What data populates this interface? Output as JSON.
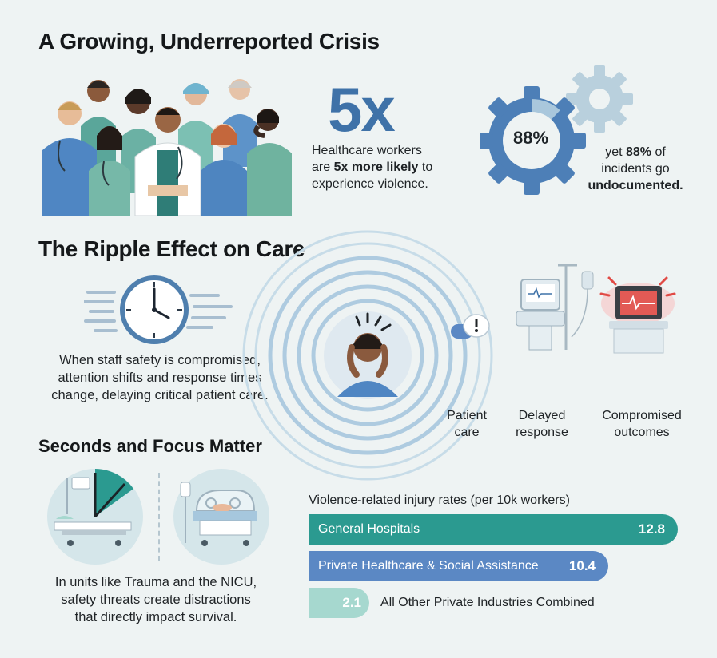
{
  "headline": "A Growing, Underreported Crisis",
  "stat_5x": {
    "value": "5x",
    "text_a": "Healthcare workers",
    "text_b_pre": "are ",
    "text_b_bold": "5x more likely",
    "text_b_post": " to",
    "text_c": "experience violence."
  },
  "stat_88": {
    "value_label": "88%",
    "fraction": 0.88,
    "text_a_pre": "yet ",
    "text_a_bold": "88%",
    "text_a_post": " of",
    "text_b": "incidents go",
    "text_c_bold": "undocumented."
  },
  "ripple": {
    "title": "The Ripple Effect on Care",
    "text_lines": [
      "When staff safety is compromised,",
      "attention shifts and response times",
      "change, delaying critical patient care."
    ],
    "labels": [
      {
        "line1": "Patient",
        "line2": "care"
      },
      {
        "line1": "Delayed",
        "line2": "response"
      },
      {
        "line1": "Compromised",
        "line2": "outcomes"
      }
    ]
  },
  "seconds": {
    "title": "Seconds and Focus Matter",
    "text_lines": [
      "In units like Trauma and the NICU,",
      "safety threats create distractions",
      "that directly impact survival."
    ]
  },
  "colors": {
    "teal": "#2b9a90",
    "blue": "#5b88c4",
    "light_teal": "#a6d8cf",
    "dark_blue": "#3f72a8"
  },
  "chart_data": {
    "type": "bar",
    "orientation": "horizontal",
    "title": "Violence-related injury rates (per 10k workers)",
    "categories": [
      "General Hospitals",
      "Private Healthcare & Social Assistance",
      "All Other Private Industries Combined"
    ],
    "values": [
      12.8,
      10.4,
      2.1
    ],
    "value_labels": [
      "12.8",
      "10.4",
      "2.1"
    ],
    "xlim": [
      0,
      12.8
    ]
  }
}
